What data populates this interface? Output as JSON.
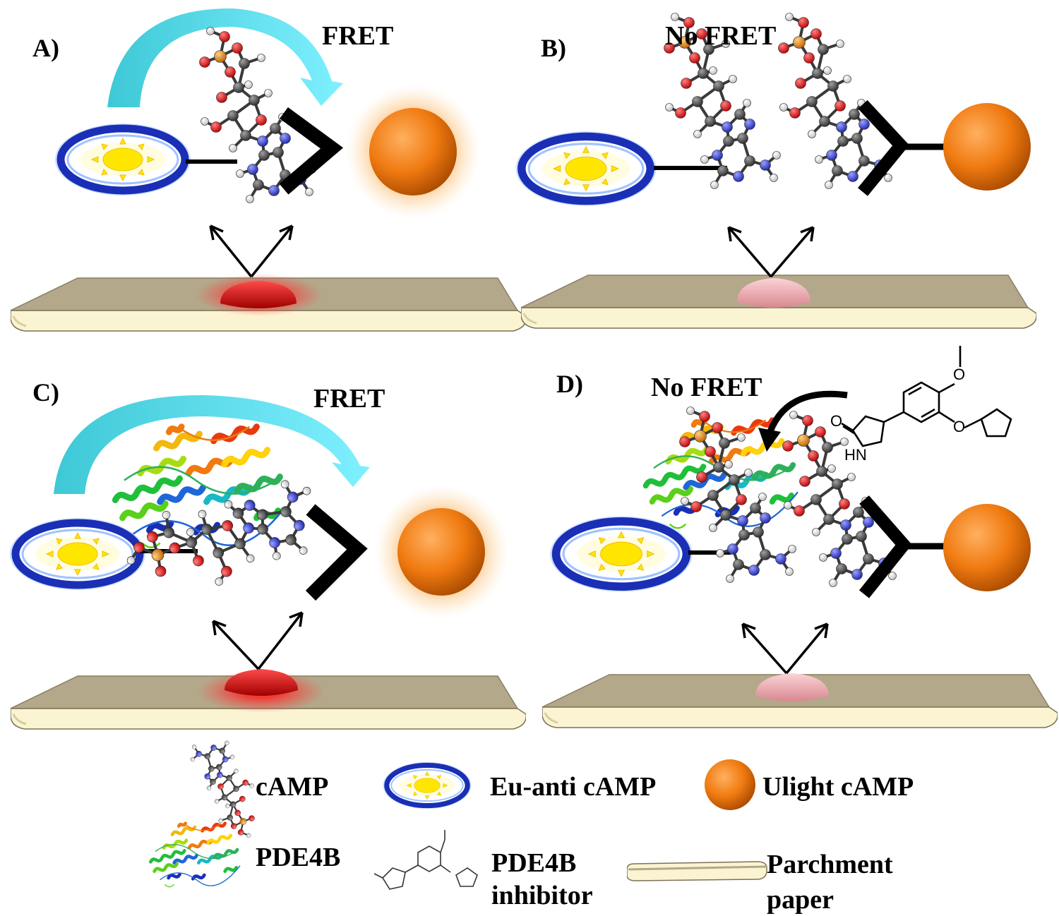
{
  "panels": {
    "a": {
      "letter": "A)",
      "status": "FRET"
    },
    "b": {
      "letter": "B)",
      "status": "No FRET"
    },
    "c": {
      "letter": "C)",
      "status": "FRET"
    },
    "d": {
      "letter": "D)",
      "status": "No FRET"
    }
  },
  "legend": {
    "camp": "cAMP",
    "eu": "Eu-anti cAMP",
    "ulight": "Ulight cAMP",
    "pde4b": "PDE4B",
    "inhibitor_line1": "PDE4B",
    "inhibitor_line2": "inhibitor",
    "paper_line1": "Parchment",
    "paper_line2": "paper"
  },
  "inhibitor_atoms": {
    "carbonyl_o": "O",
    "ring_n": "HN",
    "ether_o": "O",
    "methoxy_o": "O"
  },
  "colors": {
    "fret_arrow": "#5fd8e6",
    "eu_ring": "#1a2fb5",
    "sun": "#ffe600",
    "ulight": "#f07a10",
    "spot_fret": "#e01010",
    "spot_nofret": "#f2b6bc",
    "paper_top": "#b3a88a",
    "paper_edge": "#fbf4d2",
    "atom_c": "#454545",
    "atom_o": "#e01818",
    "atom_n": "#3a44d8",
    "atom_p": "#e88a14",
    "atom_h": "#ffffff"
  }
}
